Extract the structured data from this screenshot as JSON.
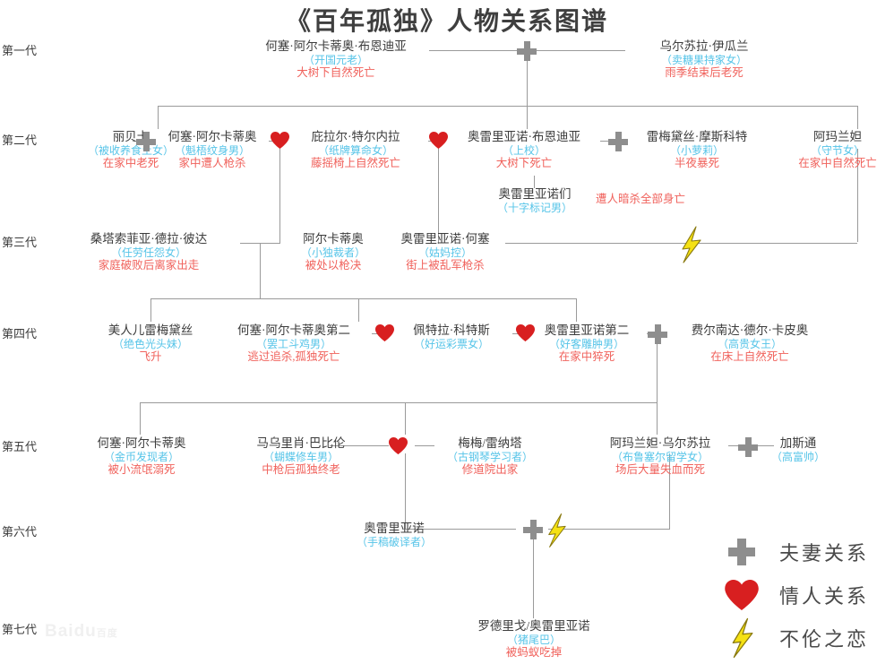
{
  "title": "《百年孤独》人物关系图谱",
  "colors": {
    "name": "#3c3c3c",
    "nickname": "#56c4e8",
    "death": "#f0625c",
    "line": "#9a9a9a",
    "cross": "#8e8e8e",
    "heart": "#d81f20",
    "bolt": "#f5e113"
  },
  "generations": [
    {
      "id": "gen1",
      "label": "第一代"
    },
    {
      "id": "gen2",
      "label": "第二代"
    },
    {
      "id": "gen3",
      "label": "第三代"
    },
    {
      "id": "gen4",
      "label": "第四代"
    },
    {
      "id": "gen5",
      "label": "第五代"
    },
    {
      "id": "gen6",
      "label": "第六代"
    },
    {
      "id": "gen7",
      "label": "第七代"
    }
  ],
  "people": {
    "g1_jose": {
      "name": "何塞·阿尔卡蒂奥·布恩迪亚",
      "nickname": "（开国元老）",
      "death": "大树下自然死亡"
    },
    "g1_ursula": {
      "name": "乌尔苏拉·伊瓜兰",
      "nickname": "（卖糖果持家女）",
      "death": "雨季结束后老死"
    },
    "g2_rebeca": {
      "name": "丽贝卡",
      "nickname": "（被收养食土女）",
      "death": "在家中老死"
    },
    "g2_jose2": {
      "name": "何塞·阿尔卡蒂奥",
      "nickname": "（魁梧纹身男）",
      "death": "家中遭人枪杀"
    },
    "g2_pilar": {
      "name": "庇拉尔·特尔内拉",
      "nickname": "（纸牌算命女）",
      "death": "藤摇椅上自然死亡"
    },
    "g2_aureliano": {
      "name": "奥雷里亚诺·布恩迪亚",
      "nickname": "（上校）",
      "death": "大树下死亡"
    },
    "g2_remedios": {
      "name": "雷梅黛丝·摩斯科特",
      "nickname": "（小萝莉）",
      "death": "半夜暴死"
    },
    "g2_amaranta": {
      "name": "阿玛兰妲",
      "nickname": "（守节女）",
      "death": "在家中自然死亡"
    },
    "g2_aurelianos": {
      "name": "奥雷里亚诺们",
      "nickname": "（十字标记男）",
      "death": "遭人暗杀全部身亡"
    },
    "g3_santa": {
      "name": "桑塔索菲亚·德拉·彼达",
      "nickname": "（任劳任怨女）",
      "death": "家庭破败后离家出走"
    },
    "g3_arcadio": {
      "name": "阿尔卡蒂奥",
      "nickname": "（小独裁者）",
      "death": "被处以枪决"
    },
    "g3_aureliano_jose": {
      "name": "奥雷里亚诺·何塞",
      "nickname": "（姑妈控）",
      "death": "街上被乱军枪杀"
    },
    "g4_meirenr": {
      "name": "美人儿雷梅黛丝",
      "nickname": "（绝色光头妹）",
      "death": "飞升"
    },
    "g4_jose2nd": {
      "name": "何塞·阿尔卡蒂奥第二",
      "nickname": "（罢工斗鸡男）",
      "death": "逃过追杀,孤独死亡"
    },
    "g4_petra": {
      "name": "佩特拉·科特斯",
      "nickname": "（好运彩票女）",
      "death": ""
    },
    "g4_aureliano2nd": {
      "name": "奥雷里亚诺第二",
      "nickname": "（好客雕肿男）",
      "death": "在家中猝死"
    },
    "g4_fernanda": {
      "name": "费尔南达·德尔·卡皮奥",
      "nickname": "（高贵女王）",
      "death": "在床上自然死亡"
    },
    "g5_jose_arcadio": {
      "name": "何塞·阿尔卡蒂奥",
      "nickname": "（金币发现者）",
      "death": "被小流氓溺死"
    },
    "g5_mauricio": {
      "name": "马乌里肖·巴比伦",
      "nickname": "（蝴蝶修车男）",
      "death": "中枪后孤独终老"
    },
    "g5_meme": {
      "name": "梅梅/雷纳塔",
      "nickname": "（古钢琴学习者）",
      "death": "修道院出家"
    },
    "g5_amaranta_ursula": {
      "name": "阿玛兰妲·乌尔苏拉",
      "nickname": "（布鲁塞尔留学女）",
      "death": "场后大量失血而死"
    },
    "g5_gaston": {
      "name": "加斯通",
      "nickname": "（高富帅）",
      "death": ""
    },
    "g6_aureliano": {
      "name": "奥雷里亚诺",
      "nickname": "（手稿破译者）",
      "death": ""
    },
    "g7_rodrigo": {
      "name": "罗德里戈/奥雷里亚诺",
      "nickname": "（猪尾巴）",
      "death": "被蚂蚁吃掉"
    }
  },
  "legend": [
    {
      "icon": "cross-icon",
      "label": "夫妻关系"
    },
    {
      "icon": "heart-icon",
      "label": "情人关系"
    },
    {
      "icon": "lightning-bolt-icon",
      "label": "不伦之恋"
    }
  ],
  "watermark": {
    "text": "Baidu",
    "sub": "百度"
  }
}
